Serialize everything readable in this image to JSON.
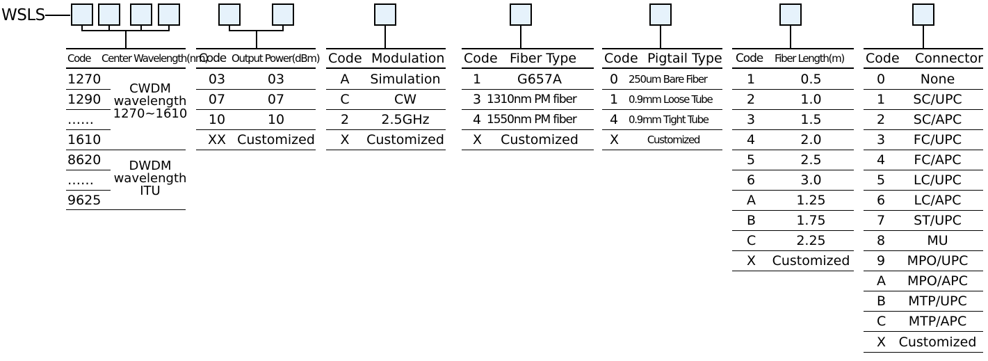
{
  "prefix": "WSLS",
  "wavelength": {
    "header": {
      "code": "Code",
      "desc": "Center Wavelength(nm)"
    },
    "codes": [
      "1270",
      "1290",
      "……",
      "1610",
      "8620",
      "……",
      "9625"
    ],
    "cwdm": [
      "CWDM",
      "wavelength",
      "1270~1610"
    ],
    "dwdm": [
      "DWDM",
      "wavelength",
      "ITU"
    ]
  },
  "power": {
    "header": {
      "code": "Code",
      "desc": "Output Power(dBm)"
    },
    "rows": [
      {
        "code": "03",
        "desc": "03"
      },
      {
        "code": "07",
        "desc": "07"
      },
      {
        "code": "10",
        "desc": "10"
      },
      {
        "code": "XX",
        "desc": "Customized"
      }
    ]
  },
  "modulation": {
    "header": {
      "code": "Code",
      "desc": "Modulation"
    },
    "rows": [
      {
        "code": "A",
        "desc": "Simulation"
      },
      {
        "code": "C",
        "desc": "CW"
      },
      {
        "code": "2",
        "desc": "2.5GHz"
      },
      {
        "code": "X",
        "desc": "Customized"
      }
    ]
  },
  "fiber_type": {
    "header": {
      "code": "Code",
      "desc": "Fiber Type"
    },
    "rows": [
      {
        "code": "1",
        "desc": "G657A"
      },
      {
        "code": "3",
        "desc": "1310nm PM fiber"
      },
      {
        "code": "4",
        "desc": "1550nm PM fiber"
      },
      {
        "code": "X",
        "desc": "Customized"
      }
    ]
  },
  "pigtail": {
    "header": {
      "code": "Code",
      "desc": "Pigtail Type"
    },
    "rows": [
      {
        "code": "0",
        "desc": "250um Bare Fiber"
      },
      {
        "code": "1",
        "desc": "0.9mm Loose Tube"
      },
      {
        "code": "4",
        "desc": "0.9mm Tight Tube"
      },
      {
        "code": "X",
        "desc": "Customized"
      }
    ]
  },
  "fiber_length": {
    "header": {
      "code": "Code",
      "desc": "Fiber Length(m)"
    },
    "rows": [
      {
        "code": "1",
        "desc": "0.5"
      },
      {
        "code": "2",
        "desc": "1.0"
      },
      {
        "code": "3",
        "desc": "1.5"
      },
      {
        "code": "4",
        "desc": "2.0"
      },
      {
        "code": "5",
        "desc": "2.5"
      },
      {
        "code": "6",
        "desc": "3.0"
      },
      {
        "code": "A",
        "desc": "1.25"
      },
      {
        "code": "B",
        "desc": "1.75"
      },
      {
        "code": "C",
        "desc": "2.25"
      },
      {
        "code": "X",
        "desc": "Customized"
      }
    ]
  },
  "connector": {
    "header": {
      "code": "Code",
      "desc": "Connector"
    },
    "rows": [
      {
        "code": "0",
        "desc": "None"
      },
      {
        "code": "1",
        "desc": "SC/UPC"
      },
      {
        "code": "2",
        "desc": "SC/APC"
      },
      {
        "code": "3",
        "desc": "FC/UPC"
      },
      {
        "code": "4",
        "desc": "FC/APC"
      },
      {
        "code": "5",
        "desc": "LC/UPC"
      },
      {
        "code": "6",
        "desc": "LC/APC"
      },
      {
        "code": "7",
        "desc": "ST/UPC"
      },
      {
        "code": "8",
        "desc": "MU"
      },
      {
        "code": "9",
        "desc": "MPO/UPC"
      },
      {
        "code": "A",
        "desc": "MPO/APC"
      },
      {
        "code": "B",
        "desc": "MTP/UPC"
      },
      {
        "code": "C",
        "desc": "MTP/APC"
      },
      {
        "code": "X",
        "desc": "Customized"
      }
    ]
  }
}
